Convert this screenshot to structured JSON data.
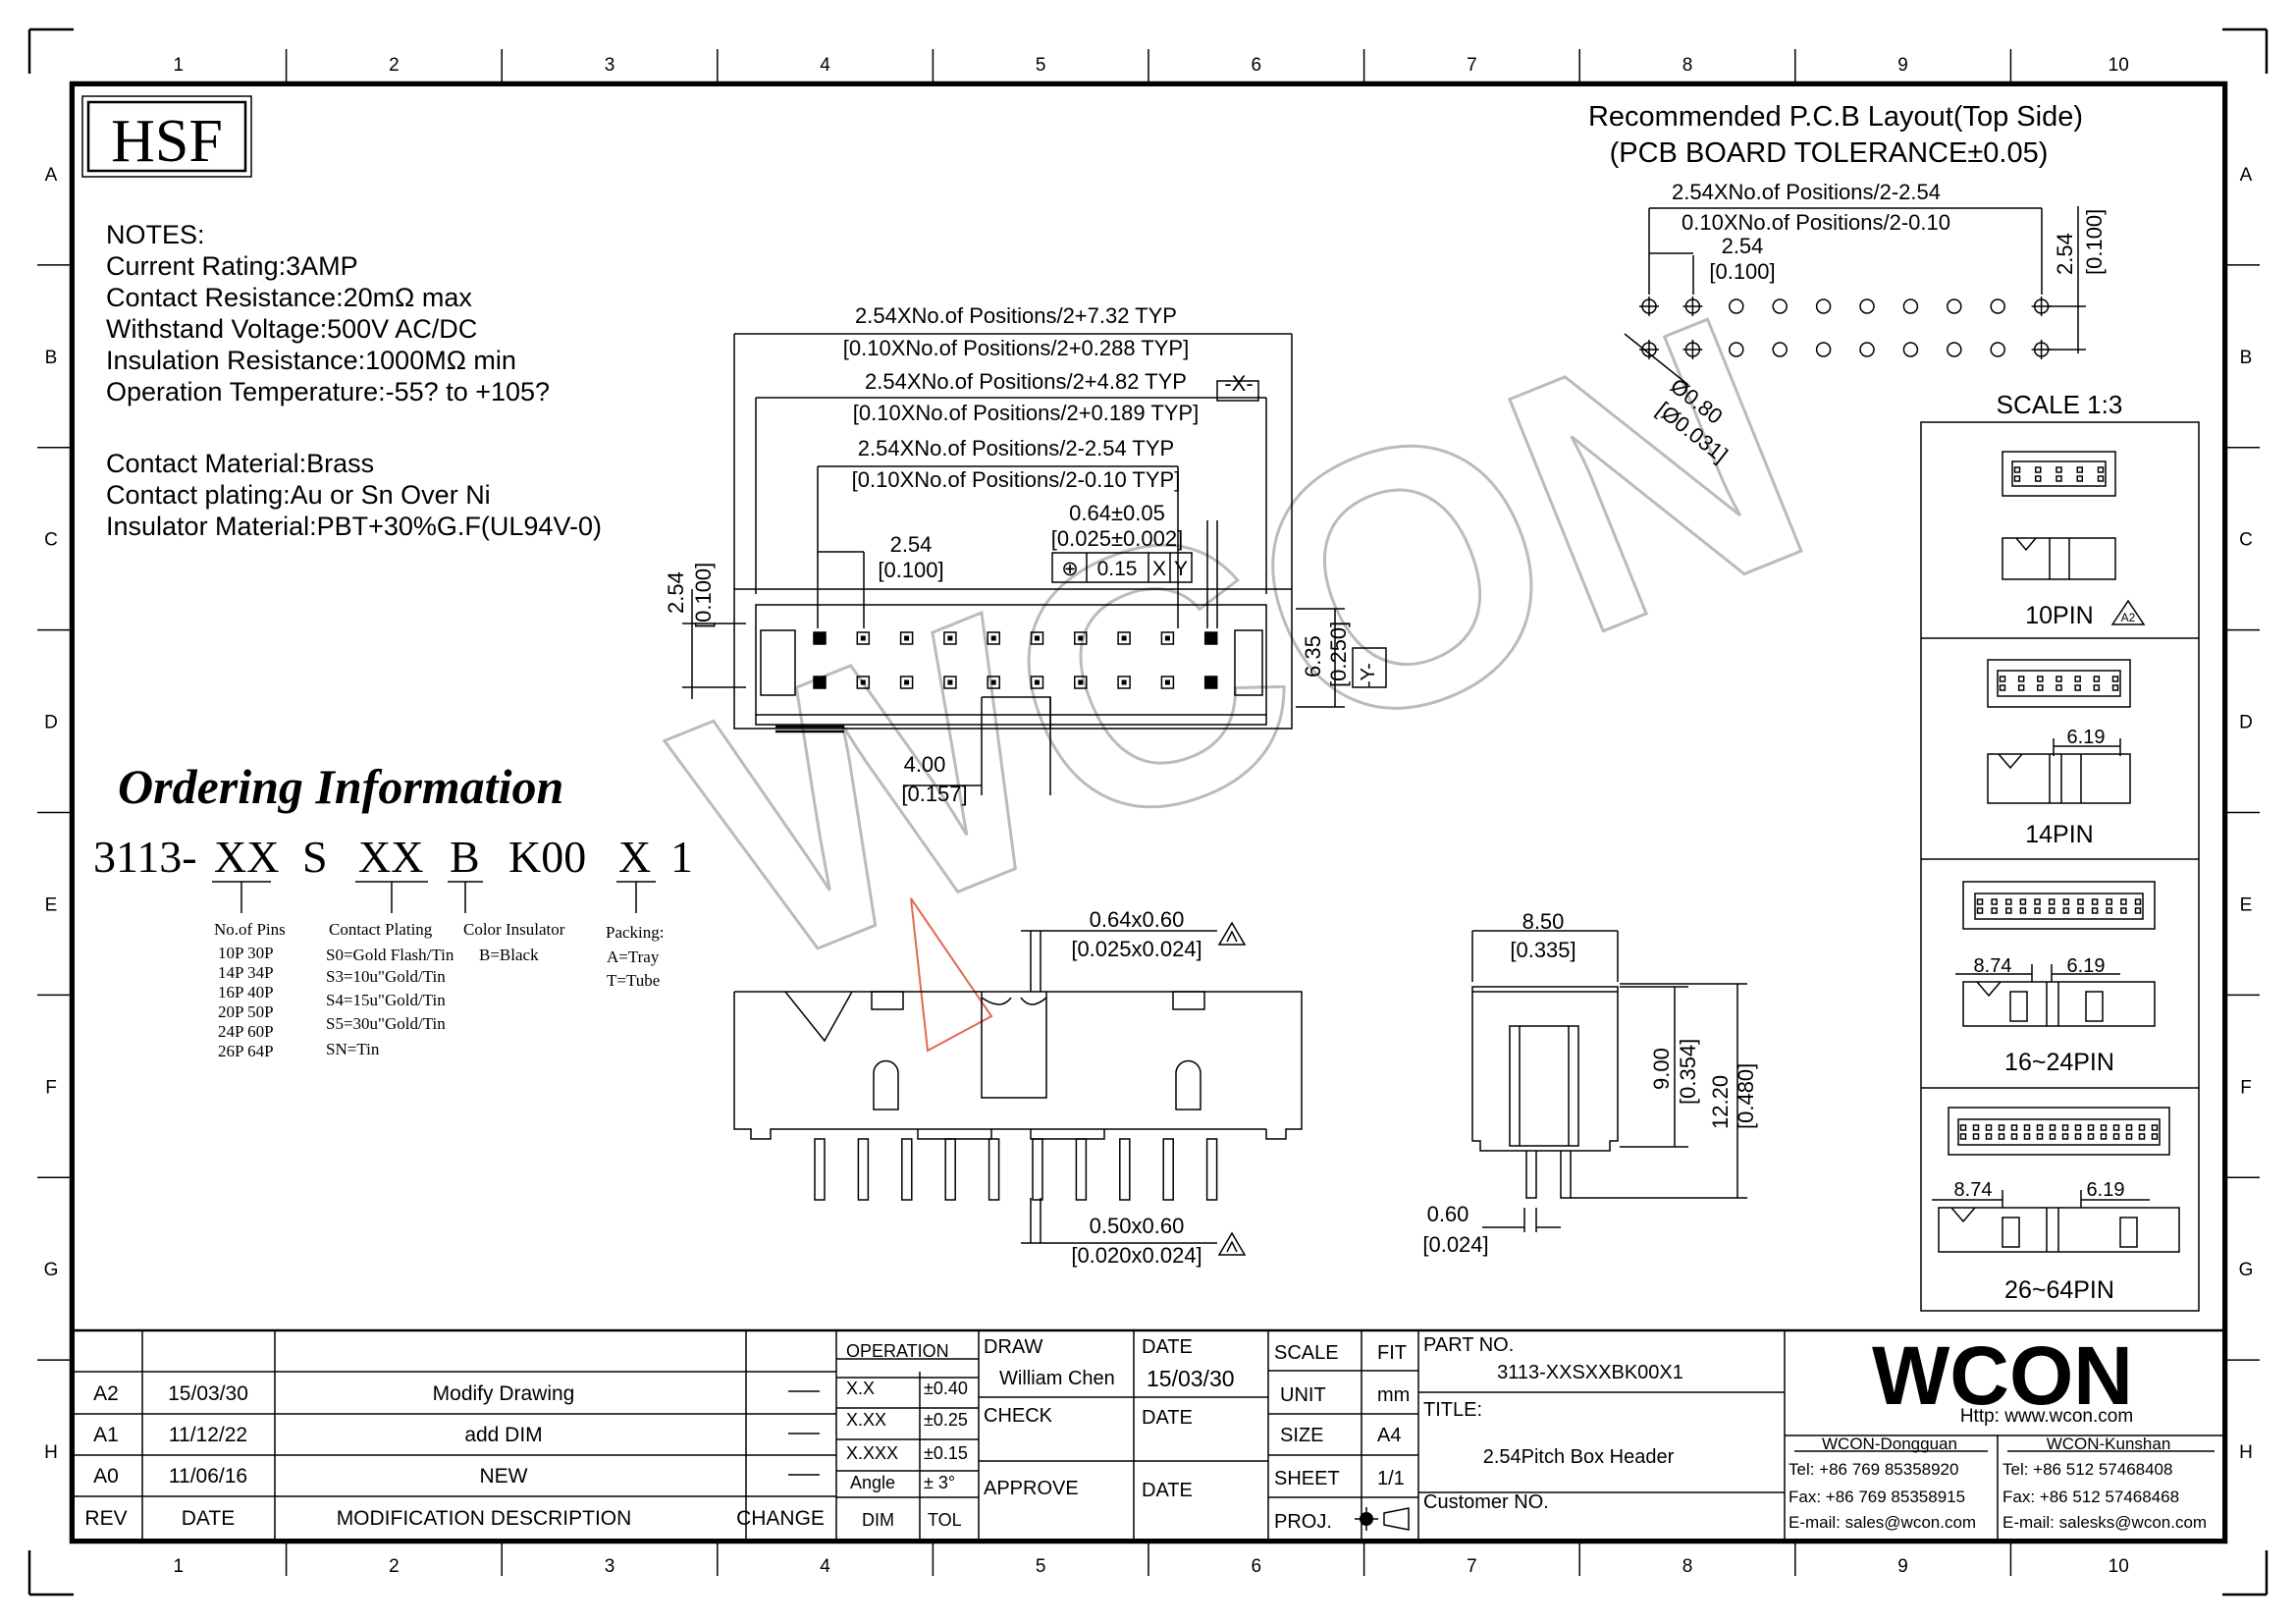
{
  "frame": {
    "columns": [
      "1",
      "2",
      "3",
      "4",
      "5",
      "6",
      "7",
      "8",
      "9",
      "10"
    ],
    "rows": [
      "A",
      "B",
      "C",
      "D",
      "E",
      "F",
      "G",
      "H"
    ]
  },
  "logo": "HSF",
  "watermark": "WCON",
  "notes": {
    "lines": [
      "NOTES:",
      "Current  Rating:3AMP",
      "Contact  Resistance:20mΩ    max",
      "Withstand  Voltage:500V  AC/DC",
      "Insulation  Resistance:1000MΩ  min",
      "Operation  Temperature:-55?  to  +105?",
      "",
      "Contact  Material:Brass",
      "Contact  plating:Au  or  Sn  Over  Ni",
      "Insulator  Material:PBT+30%G.F(UL94V-0)"
    ]
  },
  "ordering": {
    "title": "Ordering Information",
    "code": [
      "3113-",
      "XX",
      "S",
      "XX",
      "B",
      "K00",
      "X",
      "1"
    ],
    "no_of_pins": {
      "label": "No.of Pins",
      "items": [
        "10P  30P",
        "14P  34P",
        "16P  40P",
        "20P  50P",
        "24P  60P",
        "26P  64P"
      ]
    },
    "contact_plating": {
      "label": "Contact Plating",
      "items": [
        "S0=Gold Flash/Tin",
        "S3=10u\"Gold/Tin",
        "S4=15u\"Gold/Tin",
        "S5=30u\"Gold/Tin",
        "SN=Tin"
      ]
    },
    "color_insulator": {
      "label": "Color Insulator",
      "items": [
        "B=Black"
      ]
    },
    "packing": {
      "label": "Packing:",
      "items": [
        "A=Tray",
        "T=Tube"
      ]
    }
  },
  "pcb": {
    "title1": "Recommended  P.C.B  Layout(Top  Side)",
    "title2": "(PCB  BOARD  TOLERANCE±0.05)",
    "dim1": "2.54XNo.of  Positions/2-2.54",
    "dim2": "0.10XNo.of  Positions/2-0.10",
    "dim3": "2.54",
    "dim4": "[0.100]",
    "dim5": "2.54",
    "dim6": "[0.100]",
    "hole1": "Ø0.80",
    "hole2": "[Ø0.031]"
  },
  "front": {
    "d1a": "2.54XNo.of  Positions/2+7.32  TYP",
    "d1b": "[0.10XNo.of  Positions/2+0.288  TYP]",
    "d2a": "2.54XNo.of  Positions/2+4.82  TYP",
    "d2b": "[0.10XNo.of  Positions/2+0.189  TYP]",
    "d2x": "-X-",
    "d3a": "2.54XNo.of  Positions/2-2.54  TYP",
    "d3b": "[0.10XNo.of  Positions/2-0.10  TYP]",
    "d4a": "0.64±0.05",
    "d4b": "[0.025±0.002]",
    "fcf": [
      "⊕",
      "0.15",
      "X",
      "Y"
    ],
    "d5a": "2.54",
    "d5b": "[0.100]",
    "d6a": "2.54",
    "d6b": "[0.100]",
    "d7a": "6.35",
    "d7b": "[0.250]",
    "d7y": "-Y-",
    "d8a": "4.00",
    "d8b": "[0.157]"
  },
  "side": {
    "d1a": "0.64x0.60",
    "d1b": "[0.025x0.024]",
    "d2a": "0.50x0.60",
    "d2b": "[0.020x0.024]"
  },
  "endview": {
    "d1a": "8.50",
    "d1b": "[0.335]",
    "d2a": "9.00",
    "d2b": "[0.354]",
    "d3a": "12.20",
    "d3b": "[0.480]",
    "d4a": "0.60",
    "d4b": "[0.024]"
  },
  "scale_panel": {
    "title": "SCALE  1:3",
    "labels": [
      "10PIN",
      "14PIN",
      "16~24PIN",
      "26~64PIN"
    ],
    "dim_619": "6.19",
    "dim_874": "8.74",
    "rev_mark": "A2"
  },
  "title_block": {
    "revisions": [
      {
        "rev": "A2",
        "date": "15/03/30",
        "desc": "Modify  Drawing"
      },
      {
        "rev": "A1",
        "date": "11/12/22",
        "desc": "add  DIM"
      },
      {
        "rev": "A0",
        "date": "11/06/16",
        "desc": "NEW"
      }
    ],
    "hdr_rev": "REV",
    "hdr_date": "DATE",
    "hdr_desc": "MODIFICATION  DESCRIPTION",
    "hdr_change": "CHANGE",
    "operation": "OPERATION",
    "tol_rows": [
      {
        "k": "X.X",
        "v": "±0.40"
      },
      {
        "k": "X.XX",
        "v": "±0.25"
      },
      {
        "k": "X.XXX",
        "v": "±0.15"
      },
      {
        "k": "Angle",
        "v": "±  3°"
      }
    ],
    "dim": "DIM",
    "tol": "TOL",
    "draw": "DRAW",
    "drawer": "William  Chen",
    "check": "CHECK",
    "approve": "APPROVE",
    "date_lbl": "DATE",
    "draw_date": "15/03/30",
    "scale": "SCALE",
    "fit": "FIT",
    "unit": "UNIT",
    "unit_val": "mm",
    "size": "SIZE",
    "size_val": "A4",
    "sheet": "SHEET",
    "sheet_val": "1/1",
    "proj": "PROJ.",
    "part_no_lbl": "PART  NO.",
    "part_no": "3113-XXSXXBK00X1",
    "title_lbl": "TITLE:",
    "title_val": "2.54Pitch  Box  Header",
    "customer_lbl": "Customer  NO.",
    "company": "WCON",
    "http": "Http:  www.wcon.com",
    "dongguan": {
      "name": "WCON-Dongguan",
      "tel": "Tel:  +86  769  85358920",
      "fax": "Fax:  +86  769  85358915",
      "email": "E-mail:  sales@wcon.com"
    },
    "kunshan": {
      "name": "WCON-Kunshan",
      "tel": "Tel:  +86  512  57468408",
      "fax": "Fax:  +86  512  57468468",
      "email": "E-mail:  salesks@wcon.com"
    }
  }
}
